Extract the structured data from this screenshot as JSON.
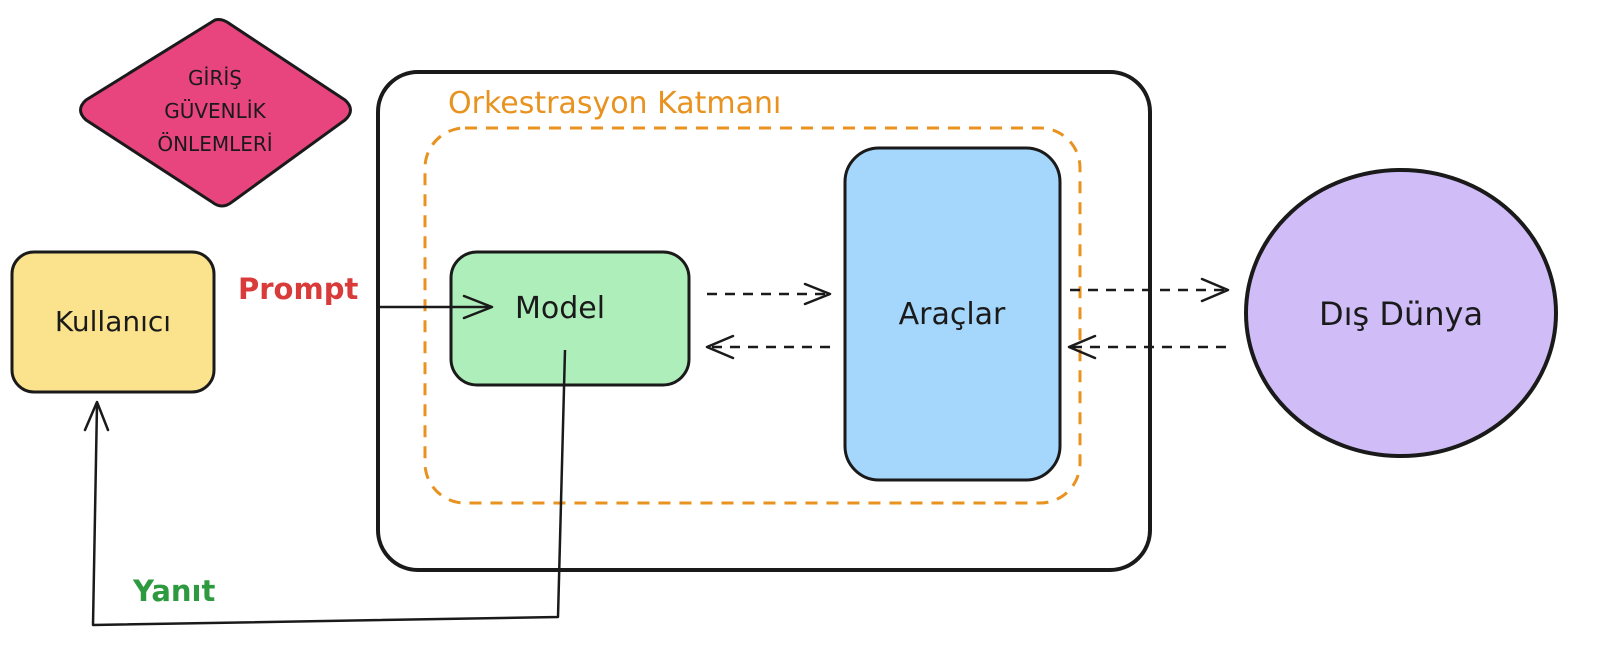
{
  "diagram": {
    "guardrail": {
      "lines": [
        "GİRİŞ",
        "GÜVENLİK",
        "ÖNLEMLERİ"
      ]
    },
    "user": {
      "label": "Kullanıcı"
    },
    "prompt_label": "Prompt",
    "response_label": "Yanıt",
    "orchestration": {
      "label": "Orkestrasyon Katmanı"
    },
    "model": {
      "label": "Model"
    },
    "tools": {
      "label": "Araçlar"
    },
    "world": {
      "label": "Dış Dünya"
    }
  },
  "colors": {
    "guardrail_fill": "#e8457e",
    "user_fill": "#fbe38e",
    "model_fill": "#aeeebb",
    "tools_fill": "#a5d6fc",
    "world_fill": "#d0bdf8",
    "orchestration_text": "#e8921f",
    "prompt_text": "#d93a3a",
    "response_text": "#2e9a3f",
    "stroke": "#1a1a1a"
  }
}
